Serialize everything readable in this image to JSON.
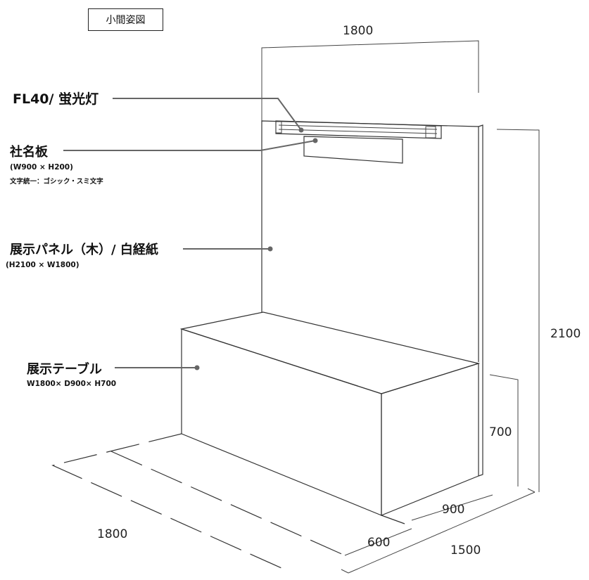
{
  "title": "小間姿図",
  "dimensions": {
    "panel_width": "1800",
    "height": "2100",
    "table_height": "700",
    "table_depth": "900",
    "floor_inner_depth": "600",
    "floor_depth": "1500",
    "floor_width": "1800"
  },
  "labels": {
    "light": {
      "name": "FL40/ 蛍光灯"
    },
    "signboard": {
      "name": "社名板",
      "size": "(W900 × H200)",
      "note": "文字統一：ゴシック・スミ文字"
    },
    "panel": {
      "name": "展示パネル（木）/ 白経紙",
      "size": "(H2100 × W1800)"
    },
    "table": {
      "name": "展示テーブル",
      "size": "W1800× D900× H700"
    }
  }
}
